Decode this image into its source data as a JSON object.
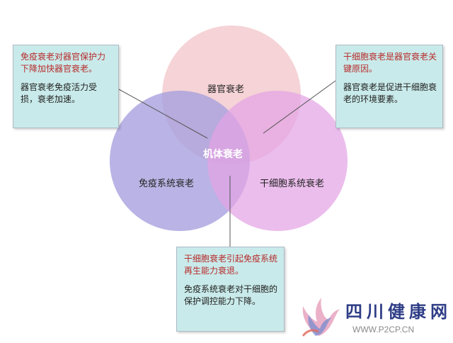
{
  "diagram": {
    "circles": [
      {
        "id": "organ",
        "label": "器官衰老",
        "color": "#f3c9cd"
      },
      {
        "id": "immune",
        "label": "免疫系统衰老",
        "color": "#a59fde"
      },
      {
        "id": "stem",
        "label": "干细胞系统衰老",
        "color": "#e3a3e4"
      }
    ],
    "center_label": "机体衰老",
    "line_color": "#555555"
  },
  "boxes": {
    "left": {
      "highlight": "免疫衰老对器官保护力下降加快器官衰老。",
      "body": "器官衰老免疫活力受损，衰老加速。"
    },
    "right": {
      "highlight": "干细胞衰老是器官衰老关键原因。",
      "body": "器官衰老是促进干细胞衰老的环境要素。"
    },
    "bottom": {
      "highlight": "干细胞衰老引起免疫系统再生能力衰退。",
      "body": "免疫系统衰老对干细胞的保护调控能力下降。"
    }
  },
  "watermark": {
    "site": "四川健康网",
    "url": "WWW.P2CP.CN"
  },
  "colors": {
    "box_bg": "#c9eaea",
    "highlight_text": "#b72b2b"
  }
}
